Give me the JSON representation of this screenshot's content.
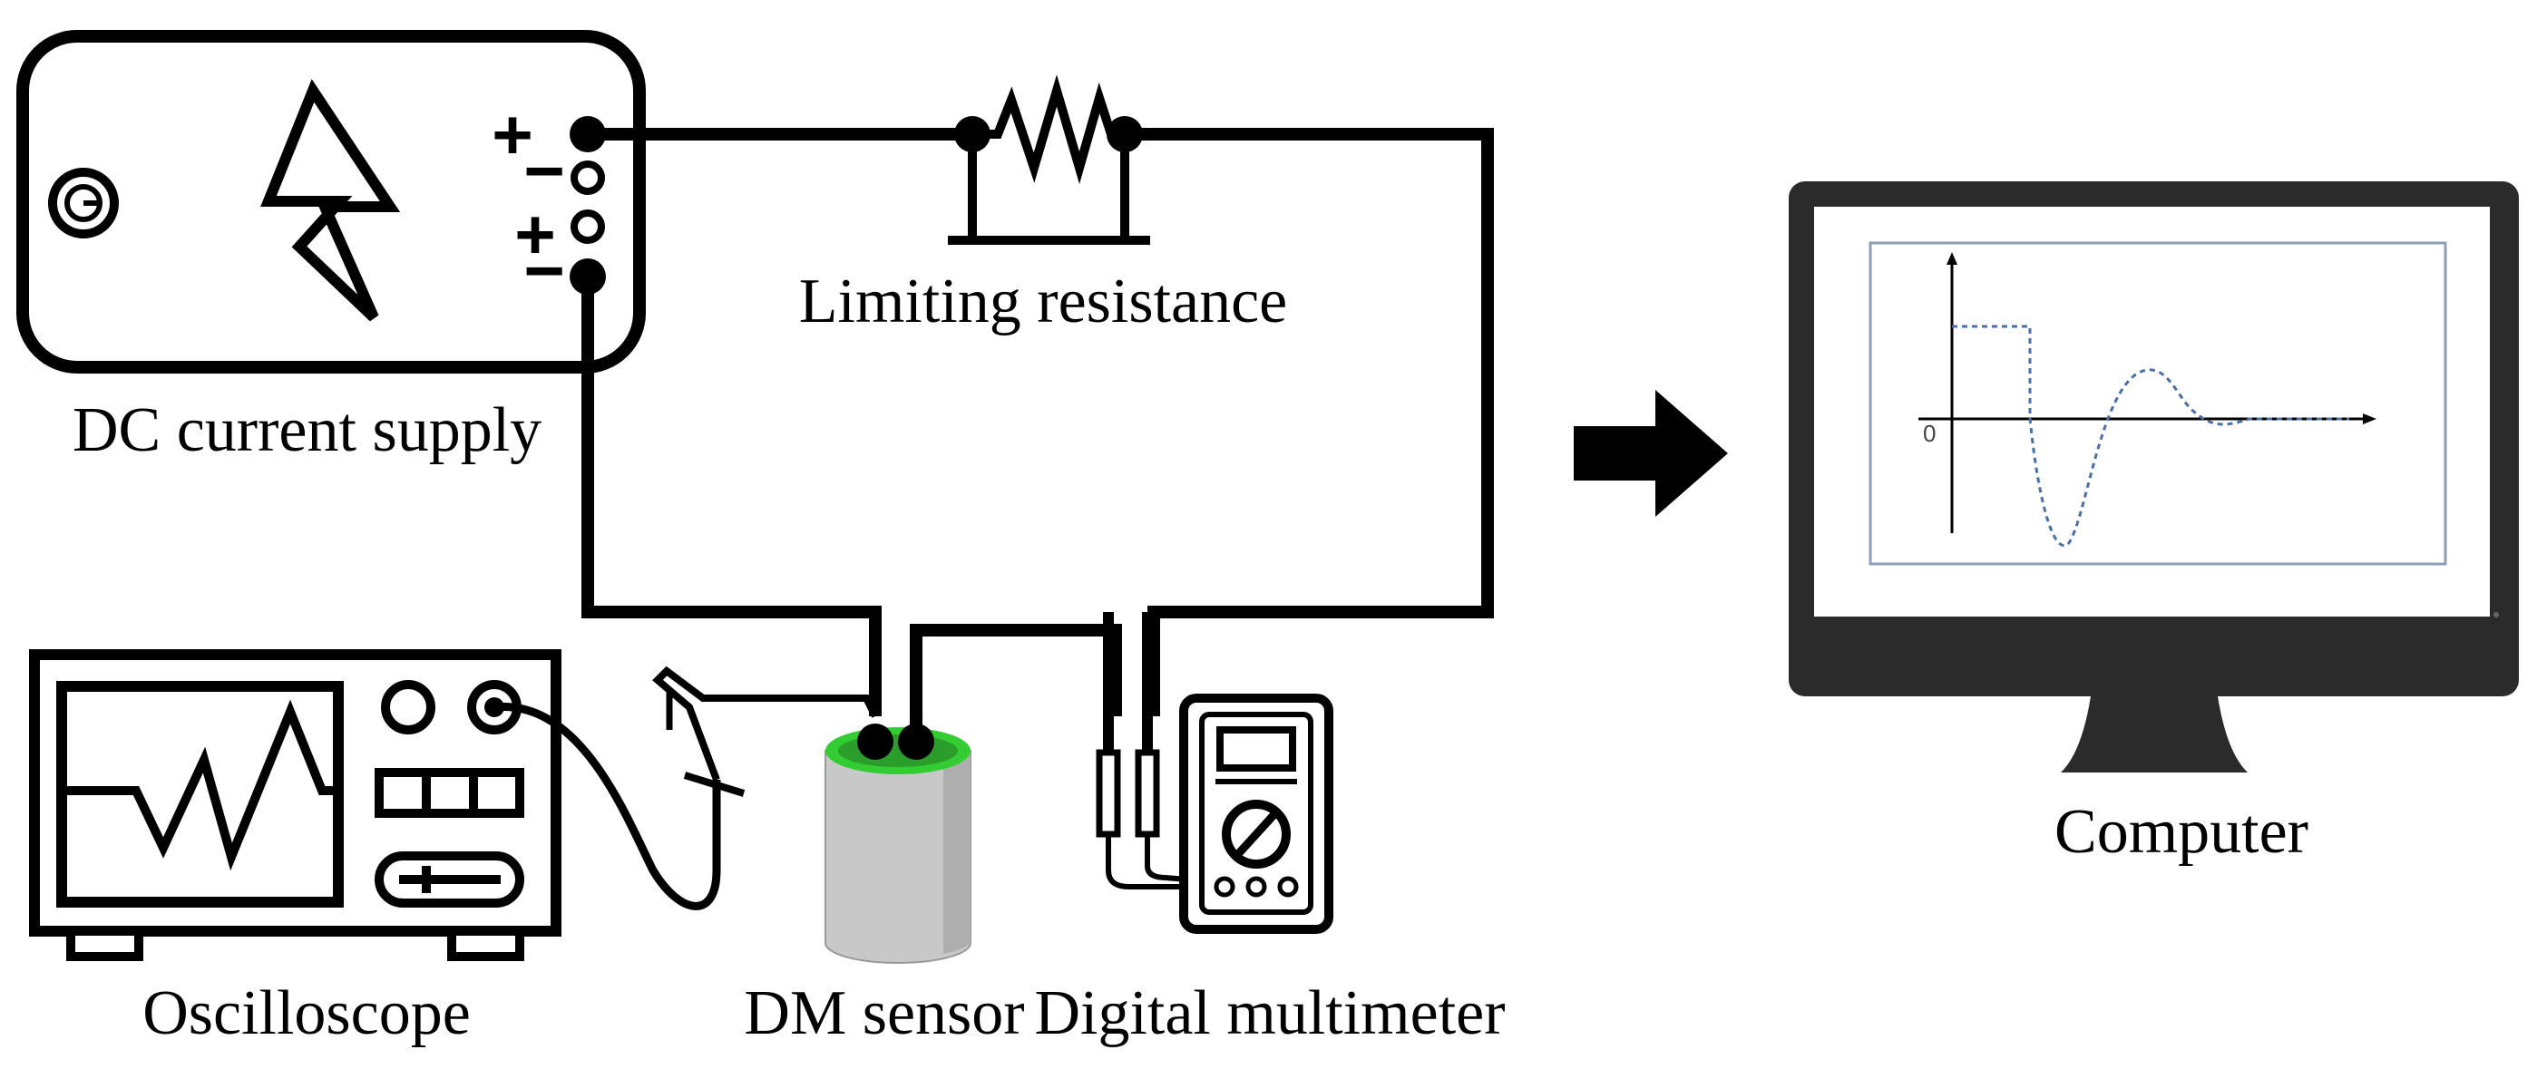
{
  "labels": {
    "dc_supply": "DC current supply",
    "limiting_resistance": "Limiting resistance",
    "oscilloscope": "Oscilloscope",
    "dm_sensor": "DM sensor",
    "digital_multimeter": "Digital multimeter",
    "computer": "Computer"
  },
  "terminals": [
    "+",
    "−",
    "+",
    "−"
  ],
  "monitor_plot": {
    "origin_label": "0"
  },
  "colors": {
    "stroke": "#000000",
    "monitor_body": "#2b2b2b",
    "sensor_top": "#33cc33",
    "sensor_body": "#c8c8c8",
    "signal_dash": "#4a6fa5"
  }
}
